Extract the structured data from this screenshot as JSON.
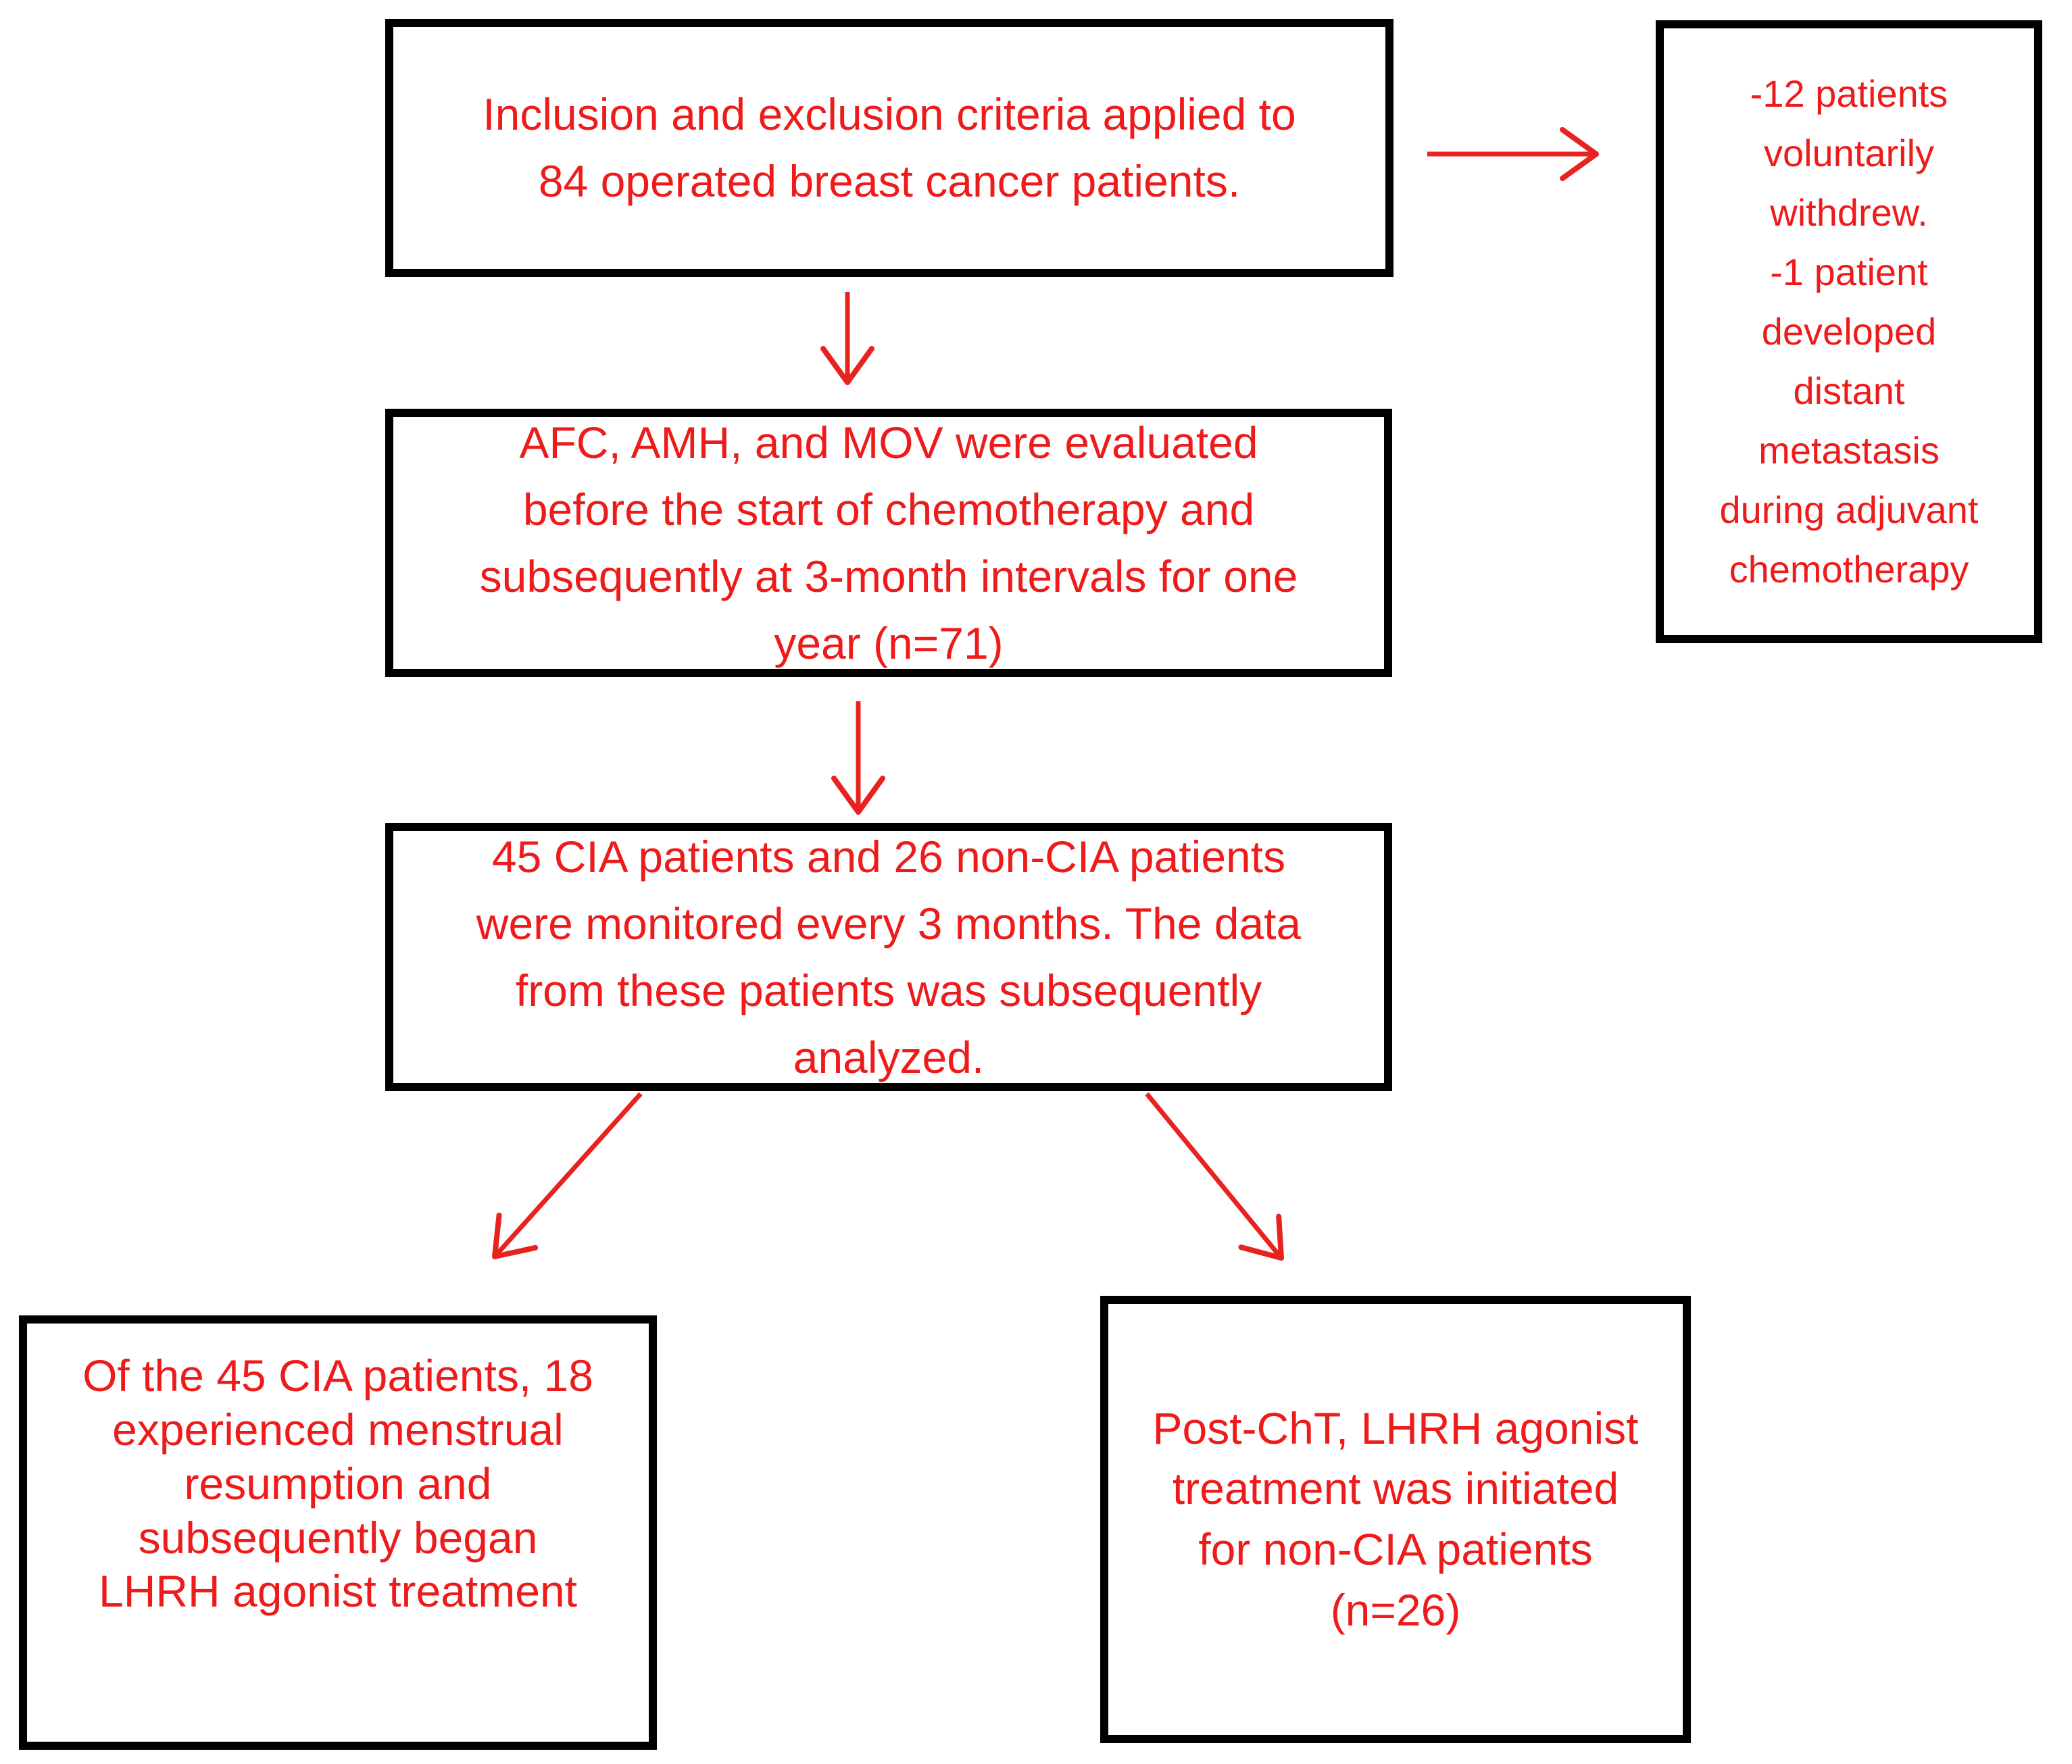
{
  "diagram": {
    "type": "flowchart",
    "background_color": "#ffffff",
    "box_border_color": "#000000",
    "text_color": "#ee1b1b",
    "arrow_color": "#e8231f",
    "boxes": {
      "criteria": {
        "text": "Inclusion and exclusion criteria applied to 84 operated breast cancer patients.",
        "lines": [
          "Inclusion and exclusion criteria applied to",
          "84 operated breast cancer patients."
        ]
      },
      "withdrawn": {
        "text": "-12 patients voluntarily withdrew. -1 patient developed distant metastasis during adjuvant chemotherapy",
        "lines": [
          "-12 patients",
          "voluntarily",
          "withdrew.",
          "-1 patient",
          "developed",
          "distant",
          "metastasis",
          "during adjuvant",
          "chemotherapy"
        ]
      },
      "evaluation": {
        "text": "AFC, AMH, and MOV were evaluated before the start of chemotherapy and subsequently at 3-month intervals for one year (n=71)",
        "lines": [
          "AFC, AMH, and MOV were evaluated",
          "before the start of chemotherapy and",
          "subsequently at 3-month intervals for one",
          "year (n=71)"
        ]
      },
      "monitoring": {
        "text": "45 CIA patients and 26 non-CIA patients were monitored every 3 months. The data from these patients was subsequently analyzed.",
        "lines": [
          "45 CIA patients and 26 non-CIA patients",
          "were monitored every 3 months. The data",
          "from these patients was subsequently",
          "analyzed."
        ]
      },
      "cia": {
        "text": "Of the 45 CIA patients, 18 experienced menstrual resumption and subsequently began LHRH agonist treatment",
        "lines": [
          "Of the 45 CIA patients, 18",
          "experienced menstrual",
          "resumption and",
          "subsequently began",
          "LHRH agonist treatment"
        ]
      },
      "noncia": {
        "text": "Post-ChT, LHRH agonist treatment was initiated for non-CIA patients (n=26)",
        "lines": [
          "Post-ChT, LHRH agonist",
          "treatment was initiated",
          "for non-CIA patients",
          "(n=26)"
        ]
      }
    },
    "arrows": [
      {
        "from": "criteria",
        "to": "withdrawn",
        "direction": "right"
      },
      {
        "from": "criteria",
        "to": "evaluation",
        "direction": "down"
      },
      {
        "from": "evaluation",
        "to": "monitoring",
        "direction": "down"
      },
      {
        "from": "monitoring",
        "to": "cia",
        "direction": "down-left"
      },
      {
        "from": "monitoring",
        "to": "noncia",
        "direction": "down-right"
      }
    ]
  }
}
